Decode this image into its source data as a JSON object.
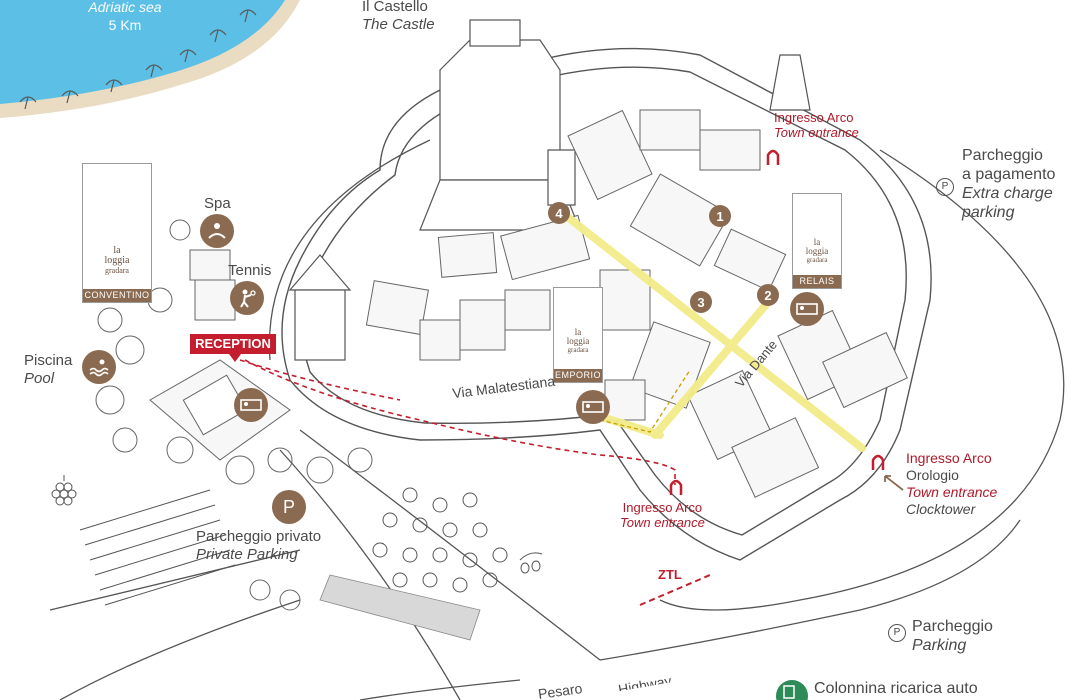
{
  "sea": {
    "name": "Adriatic sea",
    "distance": "5 Km"
  },
  "castle": {
    "name_it": "Il Castello",
    "name_en": "The Castle"
  },
  "entrances": {
    "arco_top": {
      "line1": "Ingresso Arco",
      "line2": "Town entrance"
    },
    "arco_bottom": {
      "line1": "Ingresso Arco",
      "line2": "Town entrance"
    },
    "clocktower": {
      "line1": "Ingresso Arco",
      "line2": "Orologio",
      "line3": "Town entrance",
      "line4": "Clocktower"
    }
  },
  "parking": {
    "paid": {
      "line1": "Parcheggio",
      "line2": "a pagamento",
      "line3": "Extra charge",
      "line4": "parking",
      "symbol": "P"
    },
    "private": {
      "line1": "Parcheggio privato",
      "line2": "Private Parking",
      "symbol": "P"
    },
    "public": {
      "line1": "Parcheggio",
      "line2": "Parking",
      "symbol": "P"
    }
  },
  "amenities": {
    "spa": "Spa",
    "tennis": "Tennis",
    "pool_it": "Piscina",
    "pool_en": "Pool",
    "reception": "RECEPTION"
  },
  "buildings": {
    "conventino": {
      "brand1": "la",
      "brand2": "loggia",
      "brand3": "gradara",
      "tag": "CONVENTINO"
    },
    "emporio": {
      "brand1": "la",
      "brand2": "loggia",
      "brand3": "gradara",
      "tag": "EMPORIO"
    },
    "relais": {
      "brand1": "la",
      "brand2": "loggia",
      "brand3": "gradara",
      "tag": "RELAIS"
    }
  },
  "streets": {
    "malatestiana": "Via Malatestiana",
    "dante": "Via Dante"
  },
  "points": [
    "1",
    "2",
    "3",
    "4"
  ],
  "ztl": "ZTL",
  "roads": {
    "pesaro": "Pesaro",
    "highway": "Highway"
  },
  "charging": {
    "label": "Colonnina ricarica auto"
  },
  "colors": {
    "sea": "#5bbfe6",
    "beach": "#e9dcc3",
    "badge": "#8a6a50",
    "route": "#f3ec8a",
    "ztl": "#c41e2e",
    "charging": "#2e8b57"
  }
}
